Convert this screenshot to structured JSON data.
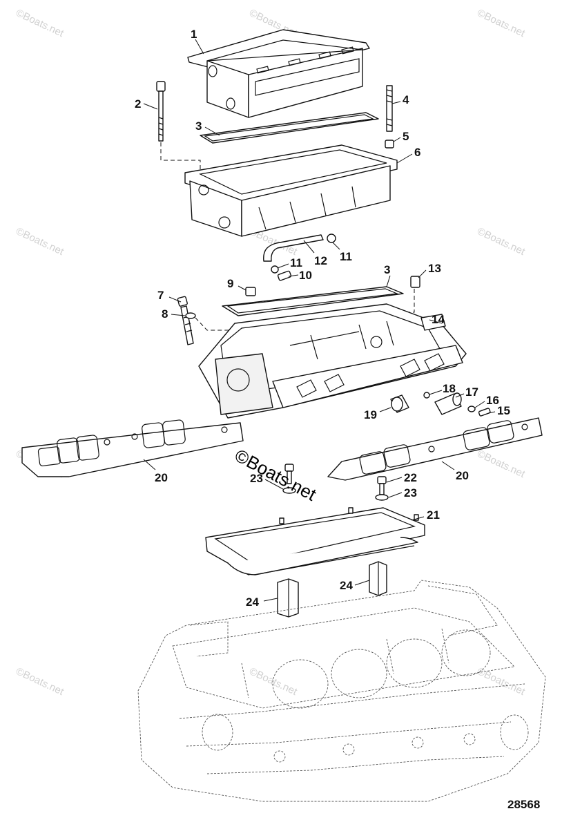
{
  "diagram": {
    "figure_number": "28568",
    "watermark_text": "©Boats.net",
    "callouts": [
      {
        "id": "c1",
        "label": "1"
      },
      {
        "id": "c2",
        "label": "2"
      },
      {
        "id": "c3a",
        "label": "3"
      },
      {
        "id": "c4",
        "label": "4"
      },
      {
        "id": "c5",
        "label": "5"
      },
      {
        "id": "c6",
        "label": "6"
      },
      {
        "id": "c11a",
        "label": "11"
      },
      {
        "id": "c12",
        "label": "12"
      },
      {
        "id": "c11b",
        "label": "11"
      },
      {
        "id": "c10",
        "label": "10"
      },
      {
        "id": "c9",
        "label": "9"
      },
      {
        "id": "c3b",
        "label": "3"
      },
      {
        "id": "c13",
        "label": "13"
      },
      {
        "id": "c7",
        "label": "7"
      },
      {
        "id": "c8",
        "label": "8"
      },
      {
        "id": "c14",
        "label": "14"
      },
      {
        "id": "c18",
        "label": "18"
      },
      {
        "id": "c17",
        "label": "17"
      },
      {
        "id": "c16",
        "label": "16"
      },
      {
        "id": "c15",
        "label": "15"
      },
      {
        "id": "c19",
        "label": "19"
      },
      {
        "id": "c20a",
        "label": "20"
      },
      {
        "id": "c20b",
        "label": "20"
      },
      {
        "id": "c23a",
        "label": "23"
      },
      {
        "id": "c22",
        "label": "22"
      },
      {
        "id": "c23b",
        "label": "23"
      },
      {
        "id": "c21",
        "label": "21"
      },
      {
        "id": "c24a",
        "label": "24"
      },
      {
        "id": "c24b",
        "label": "24"
      }
    ]
  }
}
